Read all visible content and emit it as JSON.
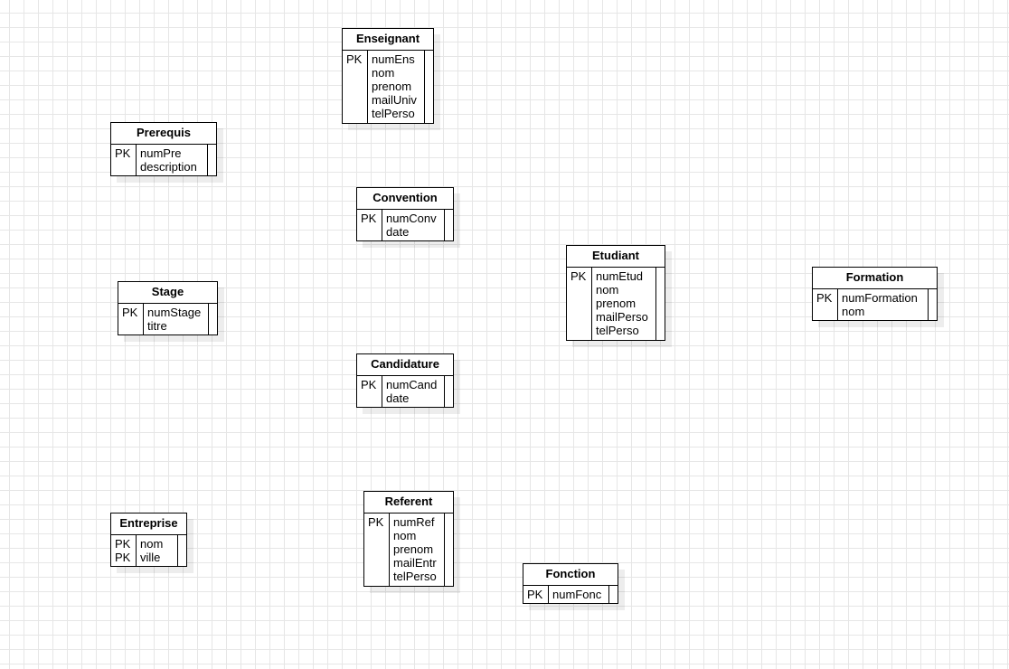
{
  "diagram": {
    "entities": [
      {
        "id": "enseignant",
        "title": "Enseignant",
        "keys": [
          "PK"
        ],
        "attributes": [
          "numEns",
          "nom",
          "prenom",
          "mailUniv",
          "telPerso"
        ]
      },
      {
        "id": "prerequis",
        "title": "Prerequis",
        "keys": [
          "PK"
        ],
        "attributes": [
          "numPre",
          "description"
        ]
      },
      {
        "id": "convention",
        "title": "Convention",
        "keys": [
          "PK"
        ],
        "attributes": [
          "numConv",
          "date"
        ]
      },
      {
        "id": "etudiant",
        "title": "Etudiant",
        "keys": [
          "PK"
        ],
        "attributes": [
          "numEtud",
          "nom",
          "prenom",
          "mailPerso",
          "telPerso"
        ]
      },
      {
        "id": "formation",
        "title": "Formation",
        "keys": [
          "PK"
        ],
        "attributes": [
          "numFormation",
          "nom"
        ]
      },
      {
        "id": "stage",
        "title": "Stage",
        "keys": [
          "PK"
        ],
        "attributes": [
          "numStage",
          "titre"
        ]
      },
      {
        "id": "candidature",
        "title": "Candidature",
        "keys": [
          "PK"
        ],
        "attributes": [
          "numCand",
          "date"
        ]
      },
      {
        "id": "entreprise",
        "title": "Entreprise",
        "keys": [
          "PK",
          "PK"
        ],
        "attributes": [
          "nom",
          "ville"
        ]
      },
      {
        "id": "referent",
        "title": "Referent",
        "keys": [
          "PK"
        ],
        "attributes": [
          "numRef",
          "nom",
          "prenom",
          "mailEntr",
          "telPerso"
        ]
      },
      {
        "id": "fonction",
        "title": "Fonction",
        "keys": [
          "PK"
        ],
        "attributes": [
          "numFonc"
        ]
      }
    ]
  }
}
